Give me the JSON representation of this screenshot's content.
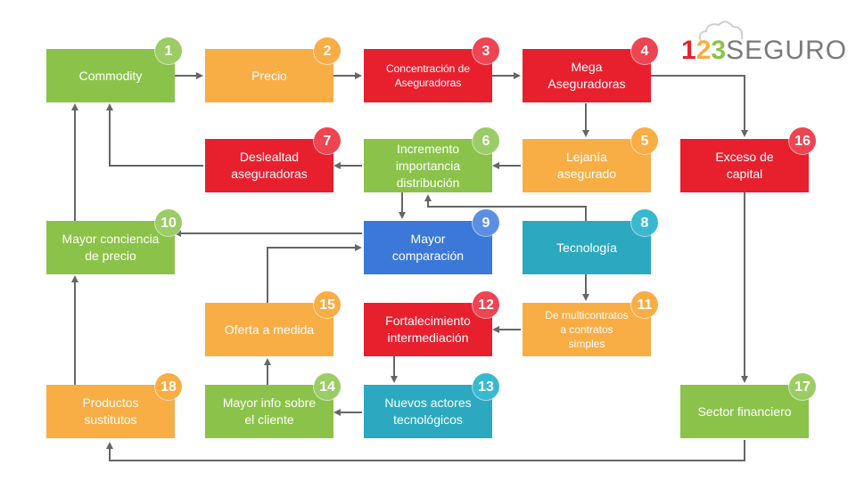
{
  "logo": {
    "digit1": "1",
    "digit2": "2",
    "digit3": "3",
    "word": "SEGURO"
  },
  "colors": {
    "green": "#8bc34a",
    "orange": "#f9ad45",
    "red": "#e8202e",
    "blue": "#3b78d8",
    "teal": "#2ca9c0",
    "arrow": "#666666"
  },
  "nodes": [
    {
      "num": "1",
      "label": "Commodity",
      "color": "green"
    },
    {
      "num": "2",
      "label": "Precio",
      "color": "orange"
    },
    {
      "num": "3",
      "label": "Concentración de\nAseguradoras",
      "color": "red"
    },
    {
      "num": "4",
      "label": "Mega\nAseguradoras",
      "color": "red"
    },
    {
      "num": "5",
      "label": "Lejanía\nasegurado",
      "color": "orange"
    },
    {
      "num": "6",
      "label": "Incremento\nimportancia\ndistribución",
      "color": "green"
    },
    {
      "num": "7",
      "label": "Deslealtad\naseguradoras",
      "color": "red"
    },
    {
      "num": "8",
      "label": "Tecnología",
      "color": "teal"
    },
    {
      "num": "9",
      "label": "Mayor\ncomparación",
      "color": "blue"
    },
    {
      "num": "10",
      "label": "Mayor conciencia\nde precio",
      "color": "green"
    },
    {
      "num": "11",
      "label": "De multicontratos\na contratos\nsimples",
      "color": "orange"
    },
    {
      "num": "12",
      "label": "Fortalecimiento\nintermediación",
      "color": "red"
    },
    {
      "num": "13",
      "label": "Nuevos actores\ntecnológicos",
      "color": "teal"
    },
    {
      "num": "14",
      "label": "Mayor info sobre\nel cliente",
      "color": "green"
    },
    {
      "num": "15",
      "label": "Oferta a medida",
      "color": "orange"
    },
    {
      "num": "16",
      "label": "Exceso de\ncapital",
      "color": "red"
    },
    {
      "num": "17",
      "label": "Sector financiero",
      "color": "green"
    },
    {
      "num": "18",
      "label": "Productos\nsustitutos",
      "color": "orange"
    }
  ],
  "edges": [
    [
      "1",
      "2"
    ],
    [
      "2",
      "3"
    ],
    [
      "3",
      "4"
    ],
    [
      "4",
      "5"
    ],
    [
      "4",
      "16"
    ],
    [
      "5",
      "6"
    ],
    [
      "6",
      "7"
    ],
    [
      "7",
      "1"
    ],
    [
      "6",
      "9"
    ],
    [
      "8",
      "6"
    ],
    [
      "8",
      "11"
    ],
    [
      "9",
      "10"
    ],
    [
      "10",
      "1"
    ],
    [
      "11",
      "12"
    ],
    [
      "12",
      "13"
    ],
    [
      "13",
      "14"
    ],
    [
      "14",
      "15"
    ],
    [
      "15",
      "9"
    ],
    [
      "16",
      "17"
    ],
    [
      "17",
      "18"
    ],
    [
      "18",
      "10"
    ]
  ]
}
